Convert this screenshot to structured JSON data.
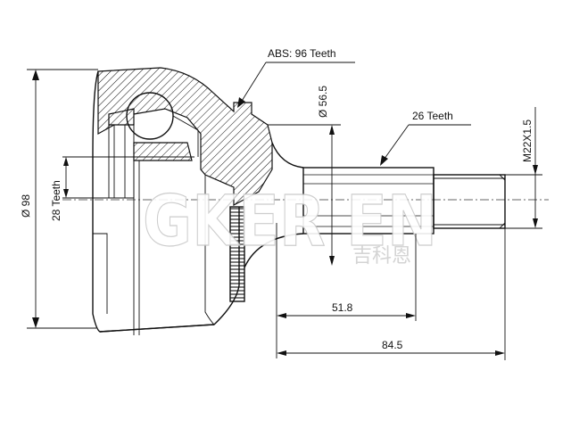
{
  "labels": {
    "abs_teeth": "ABS: 96 Teeth",
    "inner_diameter": "Ø 56.5",
    "spline_teeth": "26 Teeth",
    "thread": "M22X1.5",
    "outer_diameter": "Ø 98",
    "inner_teeth": "28 Teeth",
    "length_stem": "51.8",
    "length_total": "84.5"
  },
  "watermark": {
    "brand": "GKER EN",
    "chinese": "吉科恩"
  },
  "colors": {
    "line": "#111111",
    "watermark": "#c8c8c8",
    "background": "#ffffff"
  }
}
